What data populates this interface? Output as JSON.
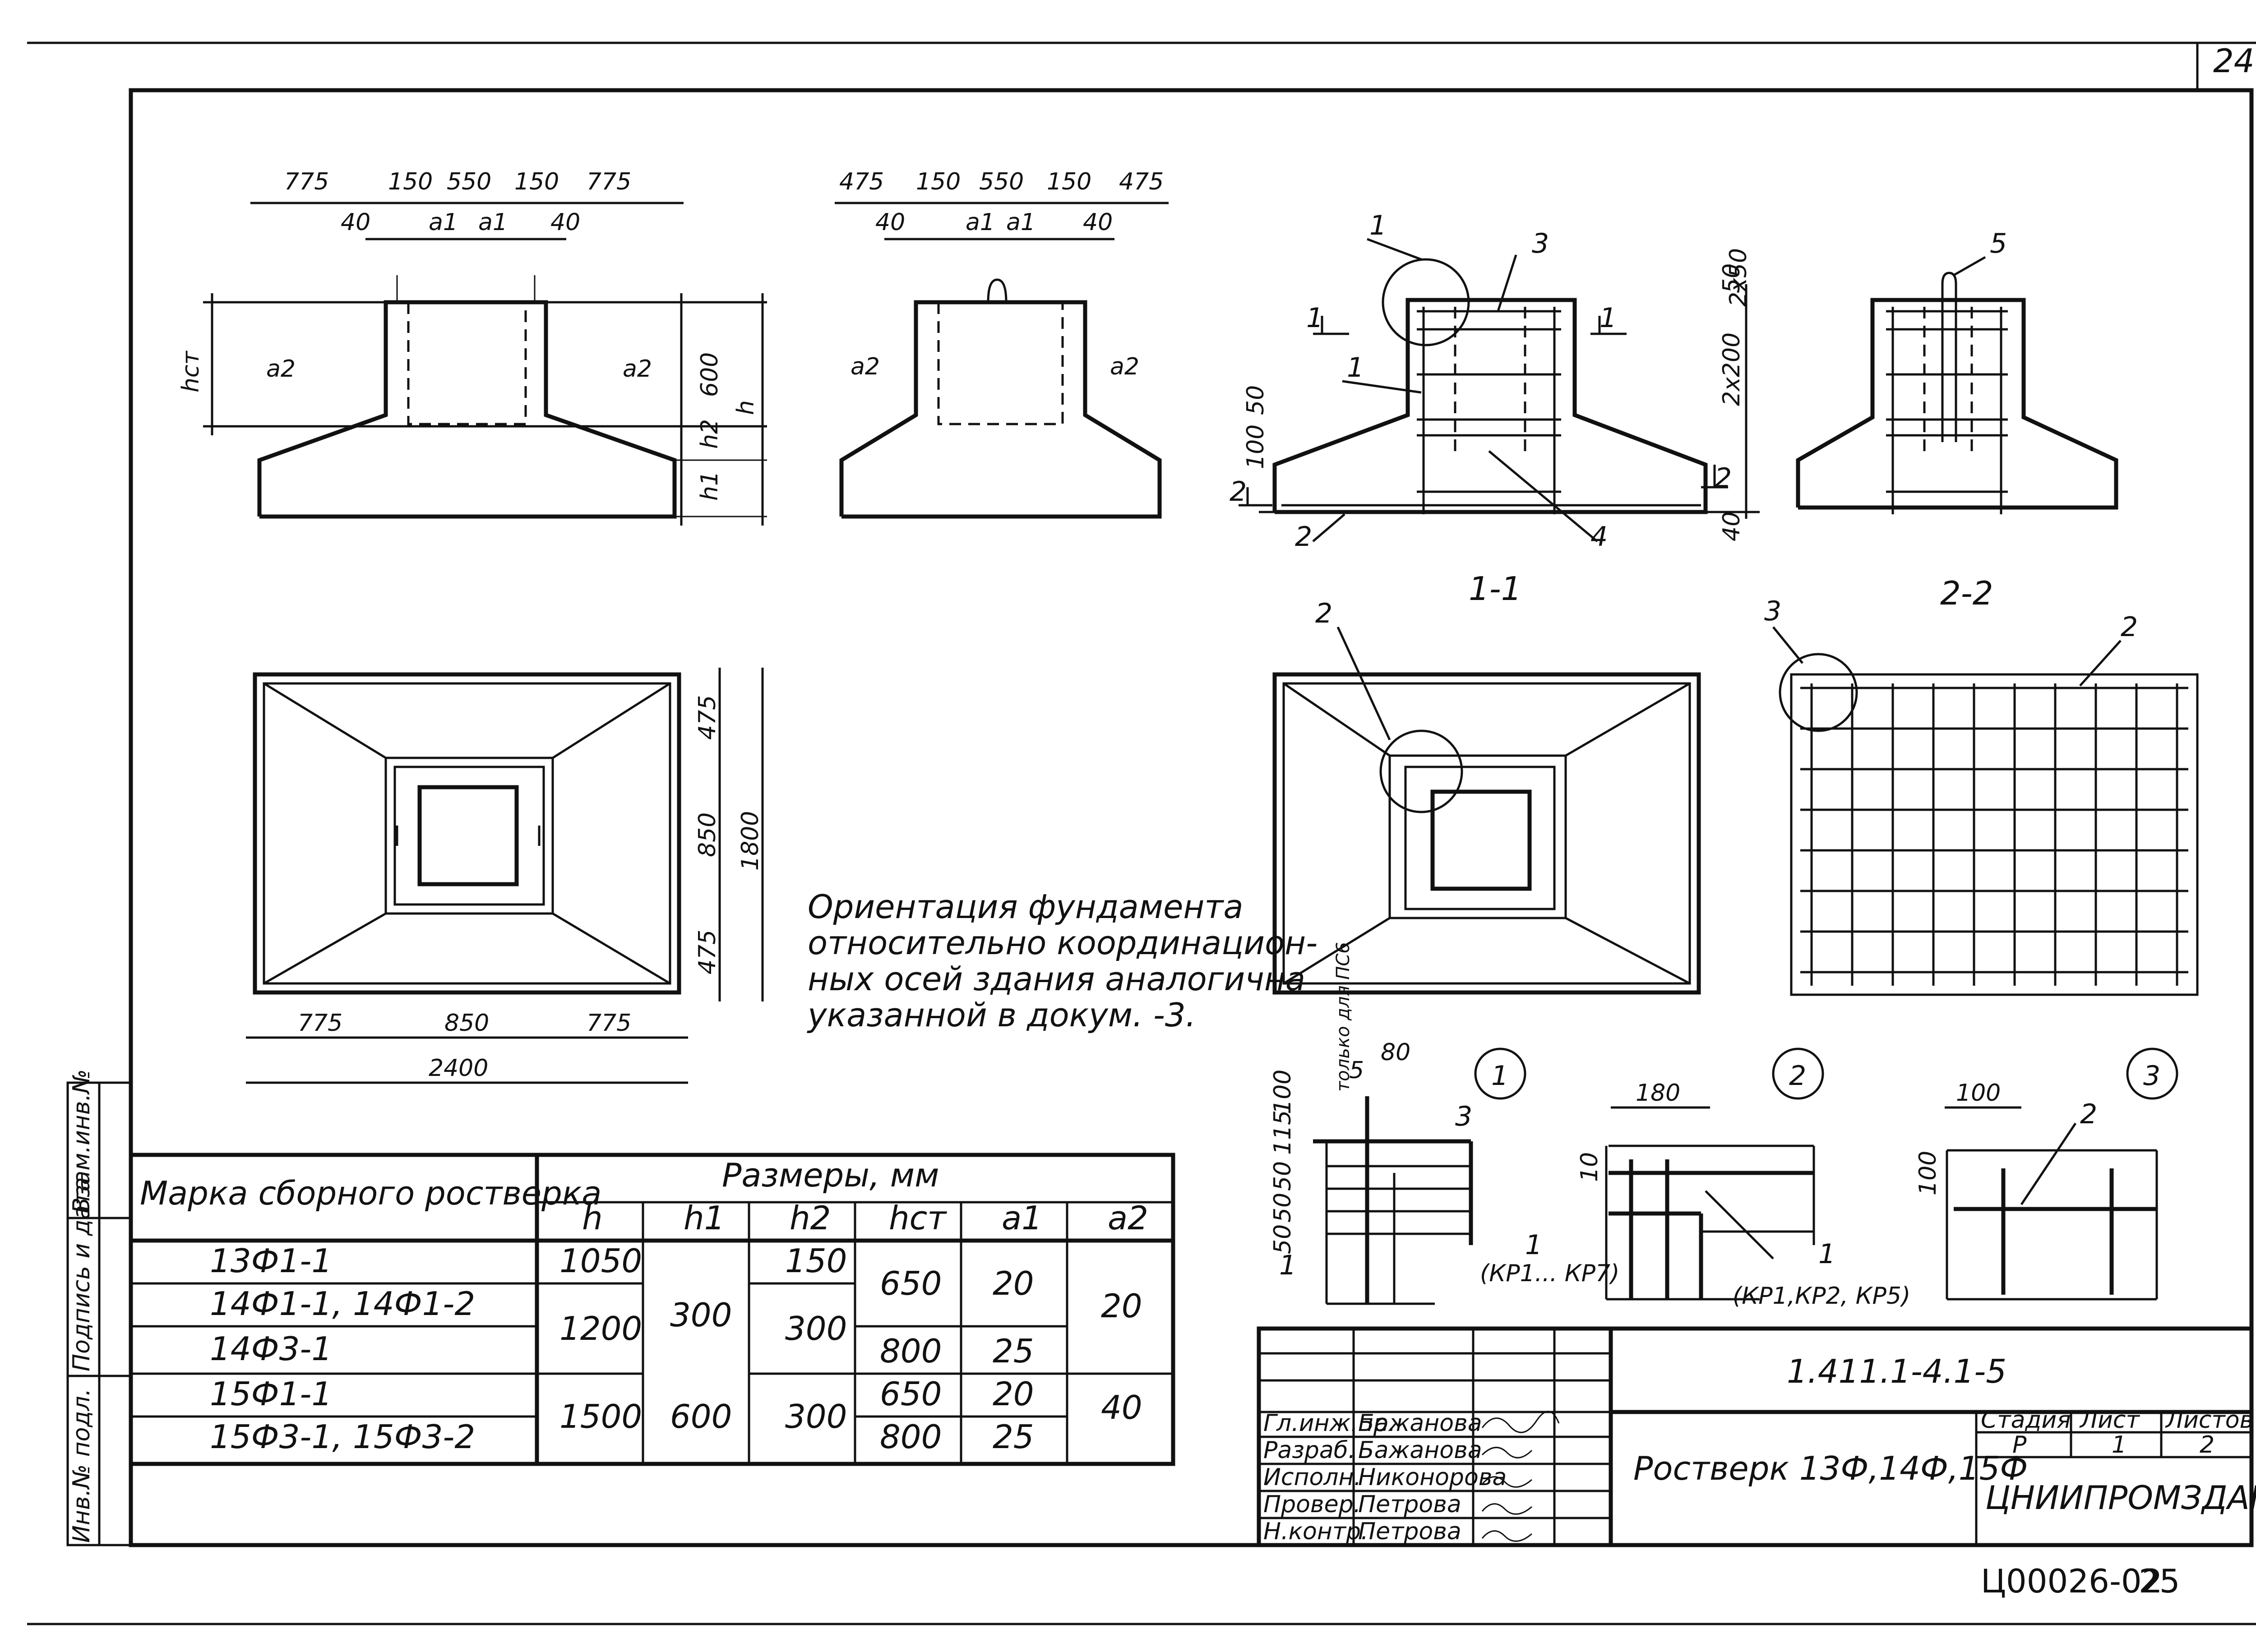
{
  "sheet_number": "24",
  "footer_code": "Ц00026-02",
  "footer_page": "25",
  "note": [
    "Ориентация фундамента",
    "относительно координацион-",
    "ных осей здания аналогична",
    "указанной в докум. -3."
  ],
  "section_labels": {
    "s11": "1-1",
    "s22": "2-2"
  },
  "callouts": {
    "c1": "1",
    "c2": "2",
    "c3": "3"
  },
  "pos": {
    "p1": "1",
    "p2": "2",
    "p3": "3",
    "p4": "4",
    "p5": "5",
    "cut1": "1",
    "cut2": "2"
  },
  "dims": {
    "v1_top": [
      "775",
      "150",
      "550",
      "150",
      "775"
    ],
    "v1_sub": [
      "40",
      "a1",
      "a1",
      "40"
    ],
    "v1_side": [
      "hст",
      "a2",
      "a2",
      "600",
      "h2",
      "h1",
      "h"
    ],
    "v2_top": [
      "475",
      "150",
      "550",
      "150",
      "475"
    ],
    "v2_sub": [
      "40",
      "a1",
      "a1",
      "40"
    ],
    "v2_side": [
      "a2",
      "a2"
    ],
    "plan_right": [
      "475",
      "850",
      "475",
      "1800"
    ],
    "plan_bottom": [
      "775",
      "850",
      "775",
      "2400"
    ],
    "sec_right": [
      "50",
      "2x50",
      "2x200",
      "40"
    ],
    "sec_left": [
      "50",
      "100"
    ],
    "d1": [
      "5",
      "80",
      "только для ПС6",
      "100",
      "115",
      "50",
      "50",
      "50",
      "3",
      "1",
      "(КР1... КР7)"
    ],
    "d2": [
      "180",
      "10",
      "1",
      "(КР1,КР2, КР5)"
    ],
    "d3": [
      "100",
      "100",
      "2"
    ]
  },
  "table": {
    "header_mark": "Марка сборного ростверка",
    "header_dims": "Размеры, мм",
    "cols": [
      "h",
      "h1",
      "h2",
      "hст",
      "a1",
      "a2"
    ],
    "marks": [
      "13Ф1-1",
      "14Ф1-1,   14Ф1-2",
      "14Ф3-1",
      "15Ф1-1",
      "15Ф3-1,   15Ф3-2"
    ],
    "h": [
      "1050",
      "1200",
      "1500"
    ],
    "h1": [
      "300",
      "600"
    ],
    "h2": [
      "150",
      "300",
      "300"
    ],
    "hst": [
      "650",
      "800",
      "650",
      "800"
    ],
    "a1": [
      "20",
      "25",
      "20",
      "25"
    ],
    "a2": [
      "20",
      "40"
    ]
  },
  "stamp_side": [
    "Инв.№ подл.",
    "Подпись и дата",
    "Взам.инв.№"
  ],
  "title_block": {
    "doc_code": "1.411.1-4.1-5",
    "title": "Ростверк 13Ф,14Ф,15Ф",
    "stage_h": "Стадия",
    "sheet_h": "Лист",
    "sheets_h": "Листов",
    "stage": "Р",
    "sheet": "1",
    "sheets": "2",
    "org": "ЦНИИПРОМЗДАНИЙ",
    "roles": [
      "Гл.инж.пр.",
      "Разраб.",
      "Исполн.",
      "Провер.",
      "Н.контр."
    ],
    "names": [
      "Бажанова",
      "Бажанова",
      "Никонорова",
      "Петрова",
      "Петрова"
    ]
  }
}
